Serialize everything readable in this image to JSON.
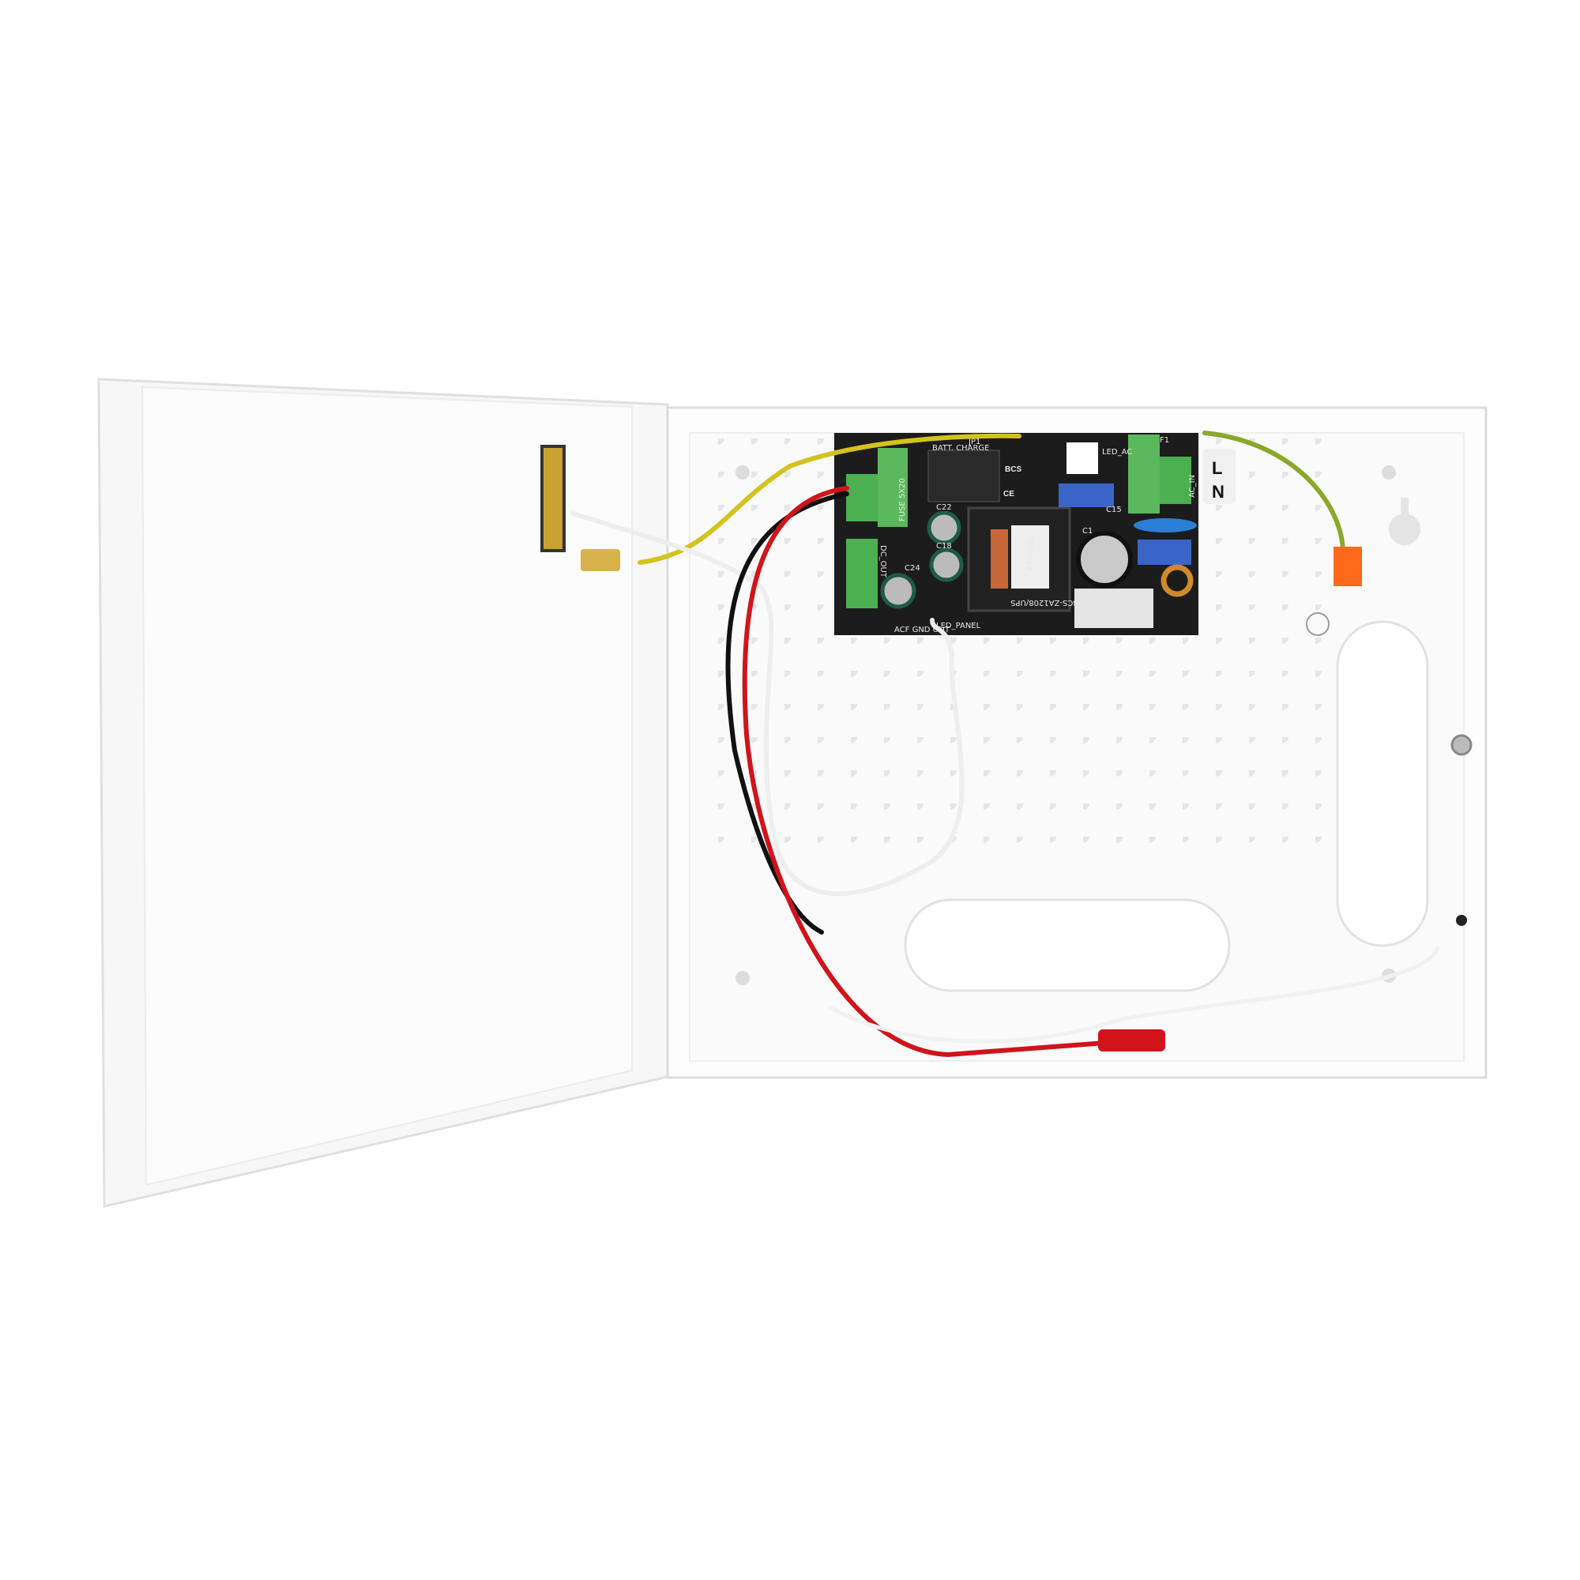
{
  "pcb": {
    "brand": "BCS",
    "model": "BCS-ZA1208/UPS",
    "transformer_label": "TR30/14",
    "batt_charge": "BATT. CHARGE",
    "jumper": "JP1",
    "led_ac": "LED_AC",
    "ac_in": "AC_IN",
    "dc_out": "DC_OUT",
    "fuse": "FUSE 5X20",
    "fuse_ref": "F1",
    "led_panel": "LED_PANEL",
    "con3_pins": "ACF GND OUT",
    "ce": "CE",
    "caps": [
      "C22",
      "C18",
      "C24",
      "C1",
      "C15"
    ]
  },
  "mains_labels": {
    "line": "L",
    "neutral": "N"
  },
  "colors": {
    "enclosure": "#ffffff",
    "pcb": "#1c1c1c",
    "terminal": "#4caf50",
    "wire_red": "#d0141a",
    "wire_black": "#111111",
    "connector_orange": "#ff6a1a"
  }
}
